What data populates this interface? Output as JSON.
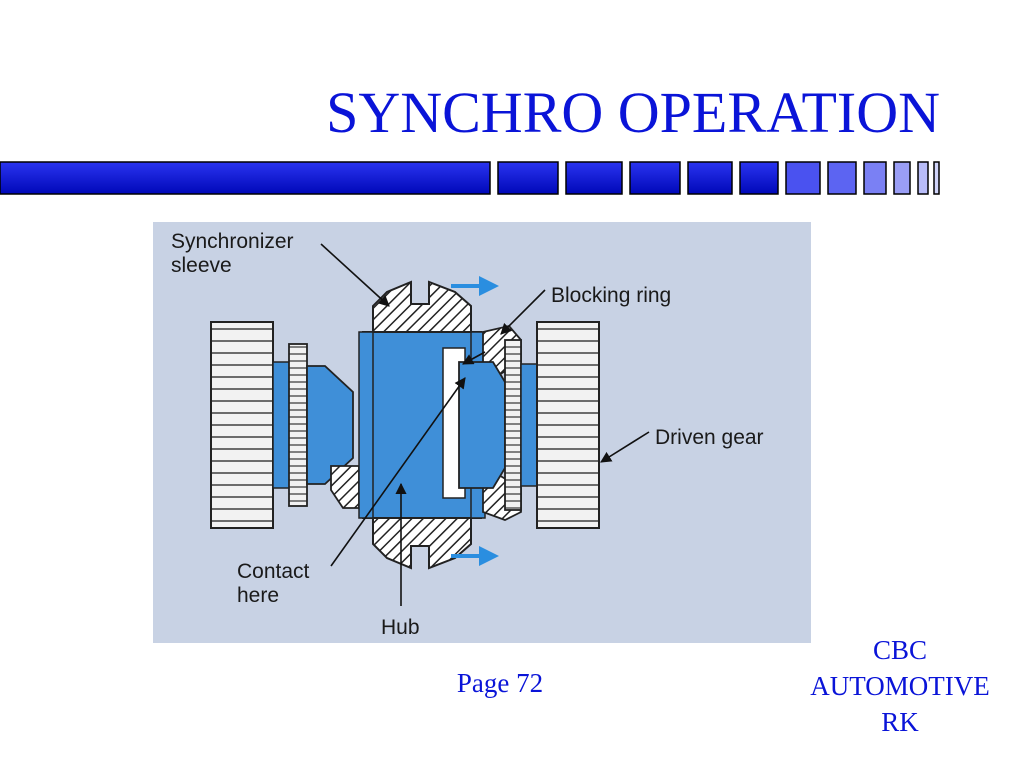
{
  "slide": {
    "title": "SYNCHRO OPERATION",
    "page_label": "Page 72",
    "org_lines": [
      "CBC",
      "AUTOMOTIVE",
      "RK"
    ]
  },
  "diagram": {
    "labels": {
      "synchronizer_sleeve_line1": "Synchronizer",
      "synchronizer_sleeve_line2": "sleeve",
      "blocking_ring": "Blocking ring",
      "driven_gear": "Driven gear",
      "contact_here_line1": "Contact",
      "contact_here_line2": "here",
      "hub": "Hub"
    },
    "icons": [
      "arrow-right-icon"
    ]
  },
  "colors": {
    "title_blue": "#0a14d8",
    "bar_dark": "#0a14d8",
    "bar_light": "#8a8af0",
    "diagram_bg": "#c8d2e4",
    "part_blue": "#3f8fd8",
    "arrow_blue": "#2a8ee0"
  }
}
